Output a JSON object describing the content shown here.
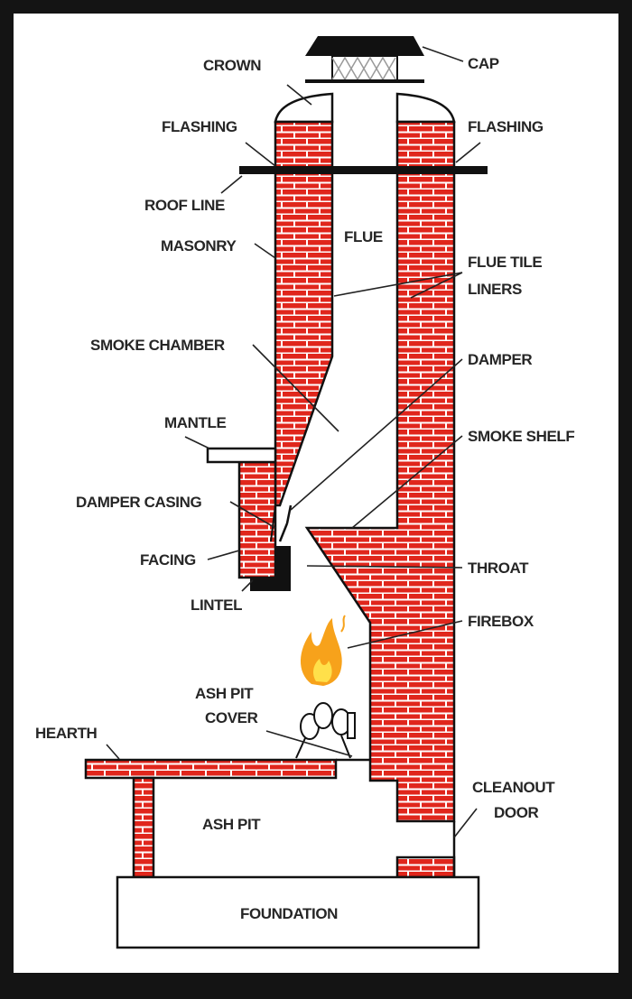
{
  "title": "Chimney anatomy diagram",
  "labels": {
    "crown": "CROWN",
    "cap": "CAP",
    "flashing_left": "FLASHING",
    "flashing_right": "FLASHING",
    "roof_line": "ROOF LINE",
    "masonry": "MASONRY",
    "flue": "FLUE",
    "flue_tile_liners_1": "FLUE TILE",
    "flue_tile_liners_2": "LINERS",
    "smoke_chamber": "SMOKE CHAMBER",
    "damper": "DAMPER",
    "mantle": "MANTLE",
    "smoke_shelf": "SMOKE SHELF",
    "damper_casing": "DAMPER CASING",
    "facing": "FACING",
    "lintel": "LINTEL",
    "throat": "THROAT",
    "firebox": "FIREBOX",
    "ash_pit_cover_1": "ASH PIT",
    "ash_pit_cover_2": "COVER",
    "hearth": "HEARTH",
    "cleanout_door_1": "CLEANOUT",
    "cleanout_door_2": "DOOR",
    "ash_pit": "ASH PIT",
    "foundation": "FOUNDATION"
  },
  "colors": {
    "brick": "#e0261c",
    "mortar": "#ffffff",
    "frame": "#141414"
  }
}
